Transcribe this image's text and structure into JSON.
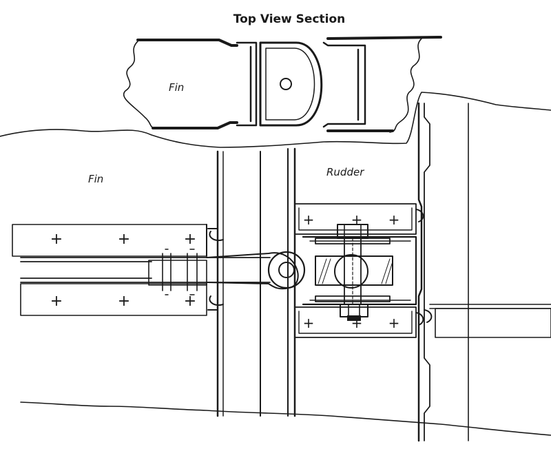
{
  "diagram": {
    "title": "Top View Section",
    "labels": {
      "fin_top_view": "Fin",
      "fin_main": "Fin",
      "rudder": "Rudder"
    },
    "colors": {
      "ink": "#1a1a1a",
      "paper": "#ffffff"
    }
  }
}
